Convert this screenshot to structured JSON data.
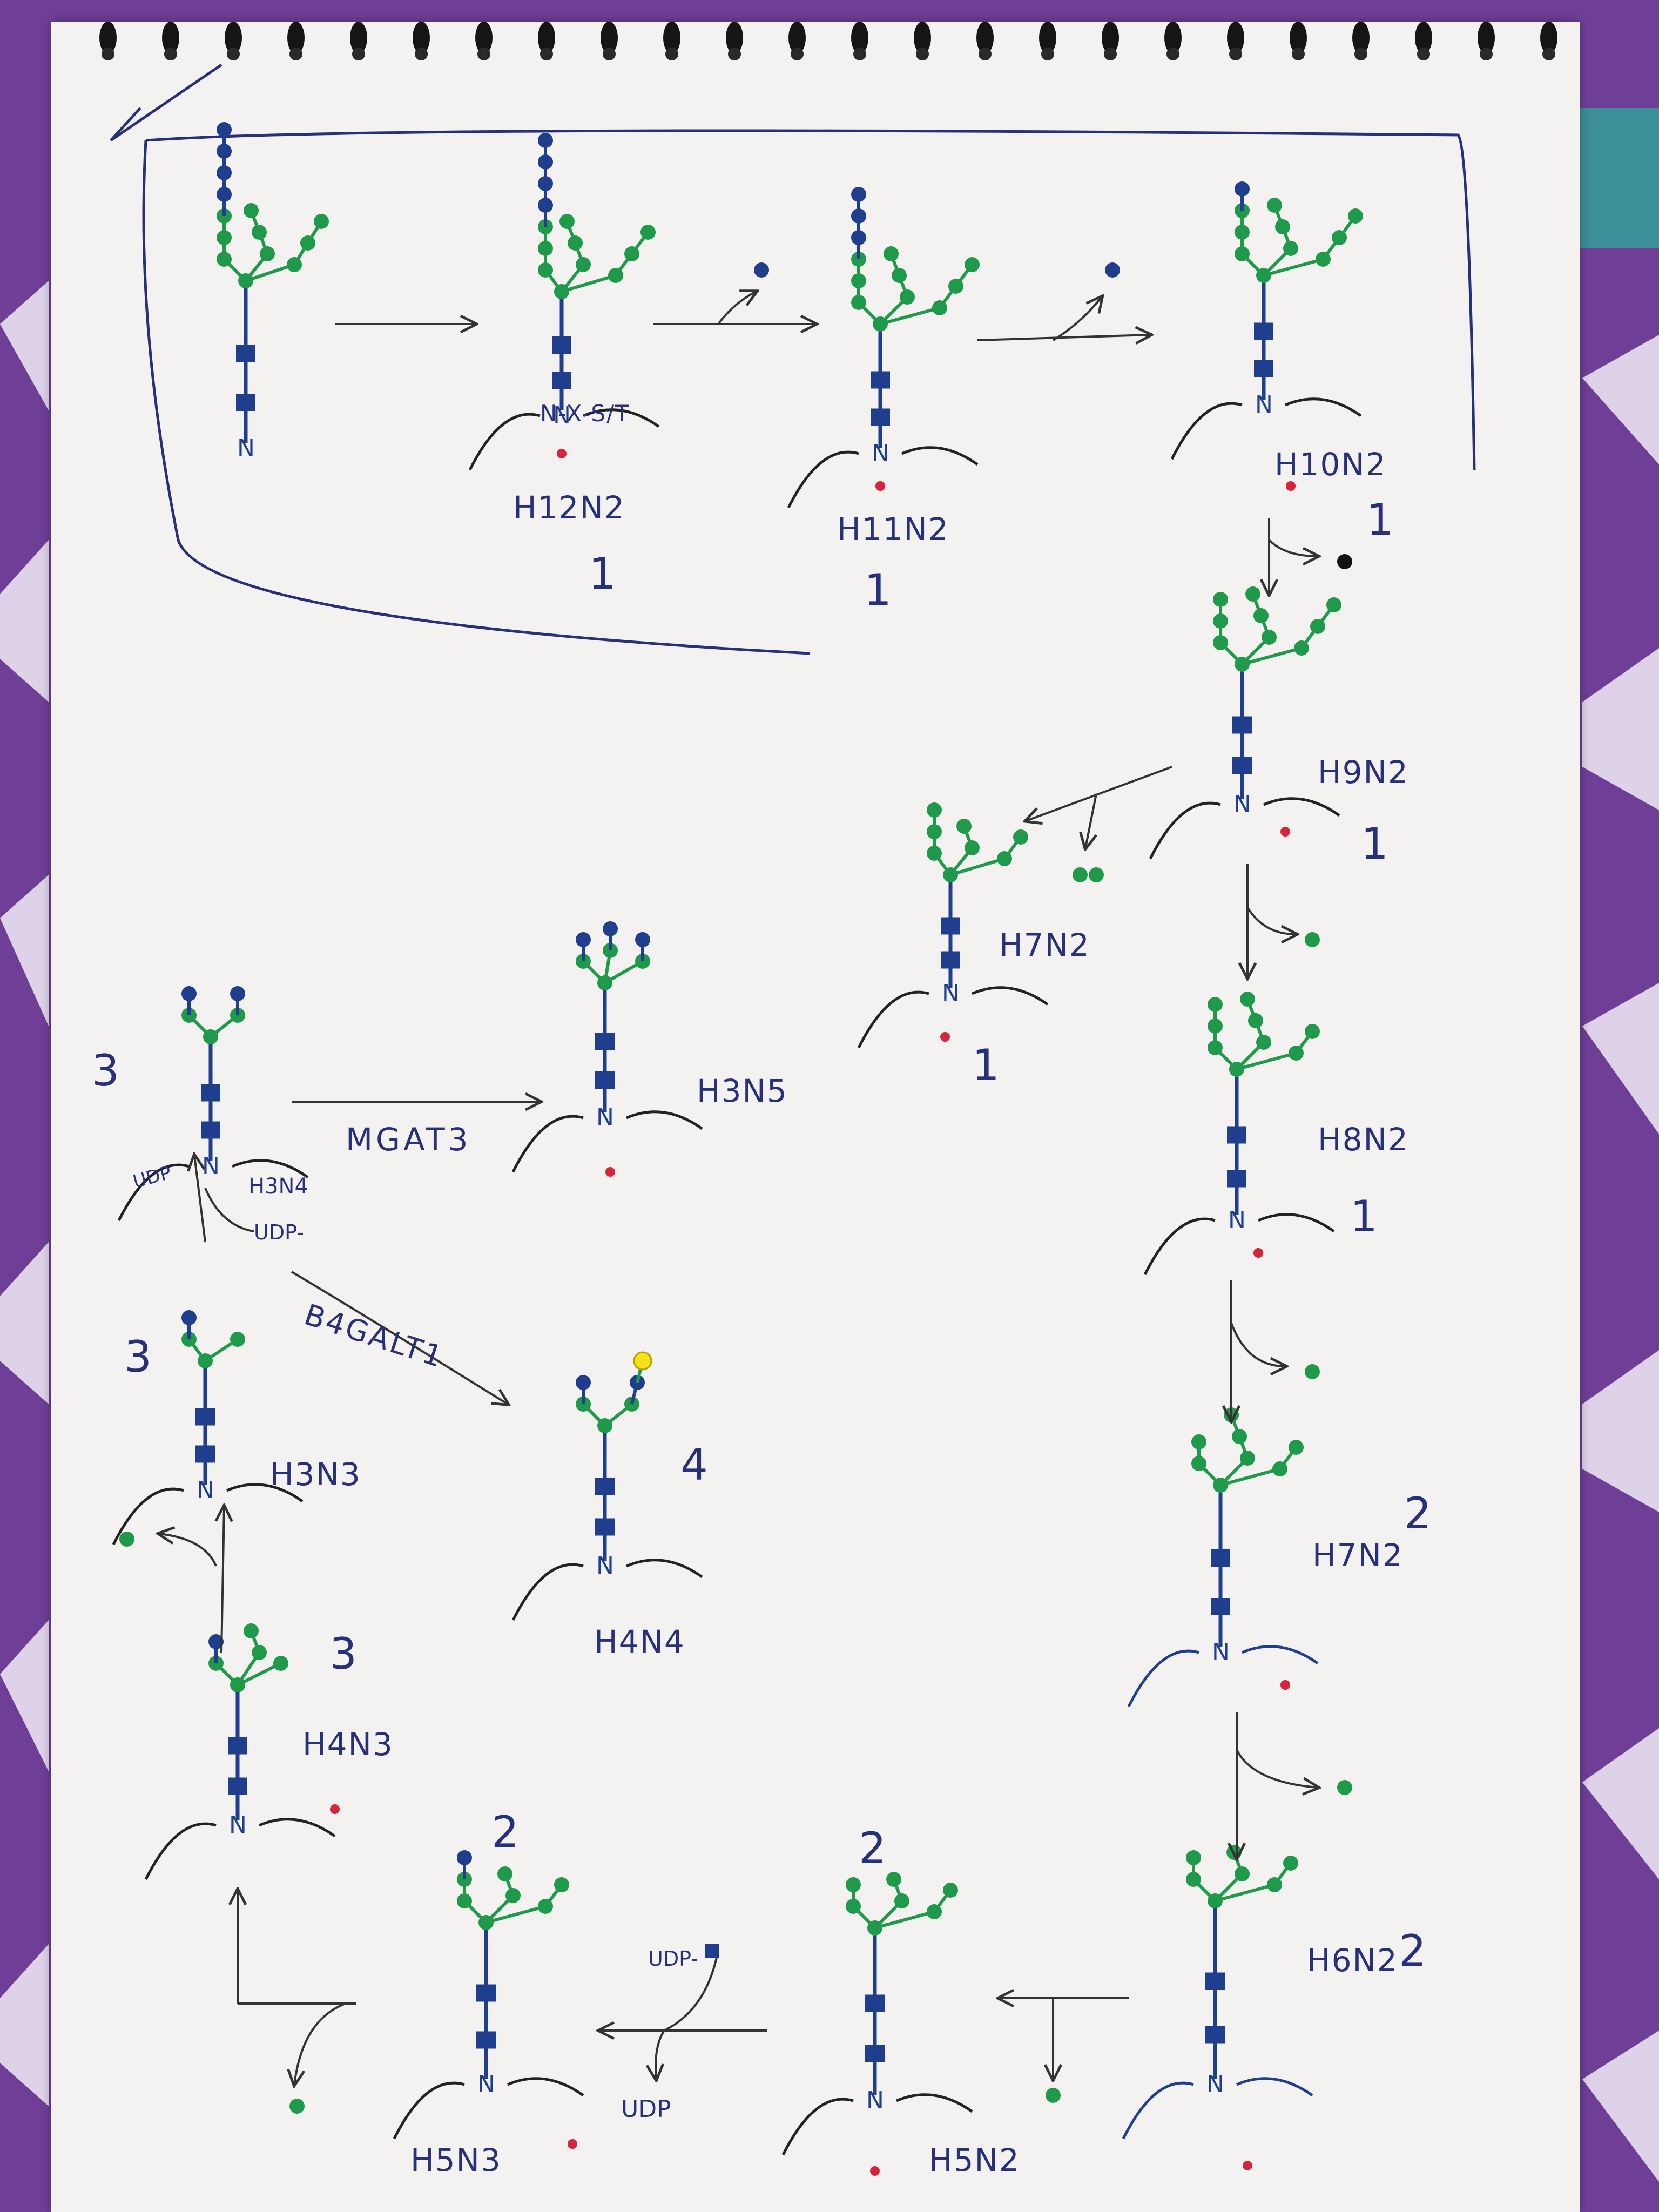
{
  "colors": {
    "paper": "#f3f2f0",
    "ink": "#27307a",
    "mannose_green": "#1f9a4a",
    "glcnac_blue": "#1f3f8e",
    "galactose_yellow": "#f2e21a",
    "dot_red": "#d9233a",
    "fabric_purple": "#6f3f97"
  },
  "labels": {
    "sequon": "N-X-S/T",
    "h12n2": "H12N2",
    "h11n2": "H11N2",
    "h10n2": "H10N2",
    "h9n2": "H9N2",
    "h7n2_branch": "H7N2",
    "h8n2": "H8N2",
    "h7n2": "H7N2",
    "h6n2": "H6N2",
    "h5n2": "H5N2",
    "h5n3": "H5N3",
    "h4n3": "H4N3",
    "h3n3": "H3N3",
    "h3n4": "H3N4",
    "h3n5": "H3N5",
    "h4n4": "H4N4"
  },
  "enzymes": {
    "mgat3": "MGAT3",
    "b4galt1": "B4GALT1"
  },
  "donors": {
    "udp_glcnac_in": "UDP-",
    "udp_glcnac_out": "UDP",
    "udp_left_in": "UDP-",
    "udp_left_out": "UDP",
    "udp_small": "UDP"
  },
  "stage_numbers": {
    "s_h12": "1",
    "s_h11": "1",
    "s_h10": "1",
    "s_h9": "1",
    "s_h7b": "1",
    "s_h8": "1",
    "s_h7": "2",
    "s_h6": "2",
    "s_h5n2": "2",
    "s_h5n3": "2",
    "s_h4n3": "3",
    "s_h3n3": "3",
    "s_h3n4": "3",
    "s_h4n4": "4"
  }
}
